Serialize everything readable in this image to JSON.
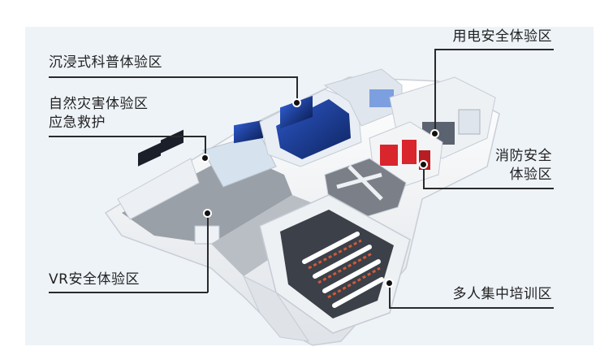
{
  "labels": {
    "immersive": "沉浸式科普体验区",
    "disaster_line1": "自然灾害体验区",
    "disaster_line2": "应急救护",
    "electric": "用电安全体验区",
    "fire_line1": "消防安全",
    "fire_line2": "体验区",
    "vr": "VR安全体验区",
    "training": "多人集中培训区"
  },
  "colors": {
    "wall": "#f7f8fa",
    "floor_gray": "#8a8f96",
    "screen_blue": "#1d3a8a",
    "fire_red": "#d9262c",
    "label_text": "#222222"
  }
}
